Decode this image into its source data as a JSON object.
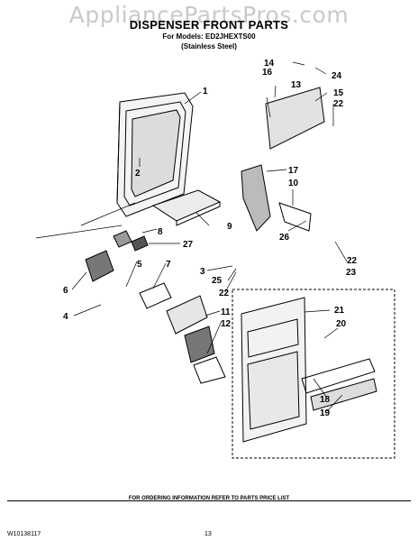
{
  "watermark": "AppliancePartsPros.com",
  "title": "DISPENSER FRONT PARTS",
  "models_line": "For Models: ED2JHEXTS00",
  "finish": "(Stainless Steel)",
  "footer": {
    "info": "FOR ORDERING INFORMATION REFER TO PARTS PRICE LIST",
    "doc_number": "W10138117",
    "page": "13"
  },
  "callouts": [
    "1",
    "2",
    "3",
    "4",
    "5",
    "6",
    "7",
    "8",
    "9",
    "10",
    "11",
    "12",
    "13",
    "14",
    "15",
    "16",
    "17",
    "18",
    "19",
    "20",
    "21",
    "22",
    "22",
    "22",
    "23",
    "24",
    "25",
    "26",
    "27"
  ]
}
